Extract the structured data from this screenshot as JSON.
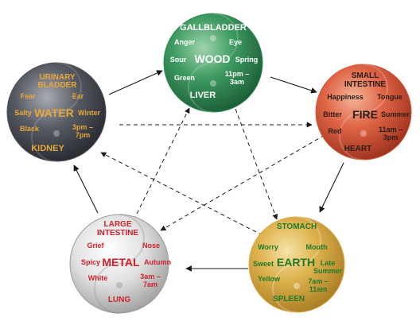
{
  "colors": {
    "wood": "#2f8a52",
    "fire": "#d2553a",
    "earth": "#d8ad4a",
    "metal": "#d6d6d6",
    "water": "#4a4e56",
    "wood_text": "#ffffff",
    "fire_text": "#2a1c18",
    "earth_text": "#1f7a2a",
    "metal_text": "#d3202a",
    "water_text": "#e9a63a"
  },
  "elements": {
    "wood": {
      "name": "WOOD",
      "top": "GALLBLADDER",
      "bottom": "LIVER",
      "emotion": "Anger",
      "sense": "Eye",
      "taste": "Sour",
      "season": "Spring",
      "color_word": "Green",
      "time_1": "11pm –",
      "time_2": "3am"
    },
    "fire": {
      "name": "FIRE",
      "top_1": "SMALL",
      "top_2": "INTESTINE",
      "bottom": "HEART",
      "emotion": "Happiness",
      "sense": "Tongue",
      "taste": "Bitter",
      "season": "Summer",
      "color_word": "Red",
      "time_1": "11am –",
      "time_2": "3pm"
    },
    "earth": {
      "name": "EARTH",
      "top": "STOMACH",
      "bottom": "SPLEEN",
      "emotion": "Worry",
      "sense": "Mouth",
      "taste": "Sweet",
      "season_1": "Late",
      "season_2": "Summer",
      "color_word": "Yellow",
      "time_1": "7am –",
      "time_2": "11am"
    },
    "metal": {
      "name": "METAL",
      "top_1": "LARGE",
      "top_2": "INTESTINE",
      "bottom": "LUNG",
      "emotion": "Grief",
      "sense": "Nose",
      "taste": "Spicy",
      "season": "Autumn",
      "color_word": "White",
      "time_1": "3am –",
      "time_2": "7am"
    },
    "water": {
      "name": "WATER",
      "top_1": "URINARY",
      "top_2": "BLADDER",
      "bottom": "KIDNEY",
      "emotion": "Fear",
      "sense": "Ear",
      "taste": "Salty",
      "season": "Winter",
      "color_word": "Black",
      "time_1": "3pm –",
      "time_2": "7pm"
    }
  }
}
